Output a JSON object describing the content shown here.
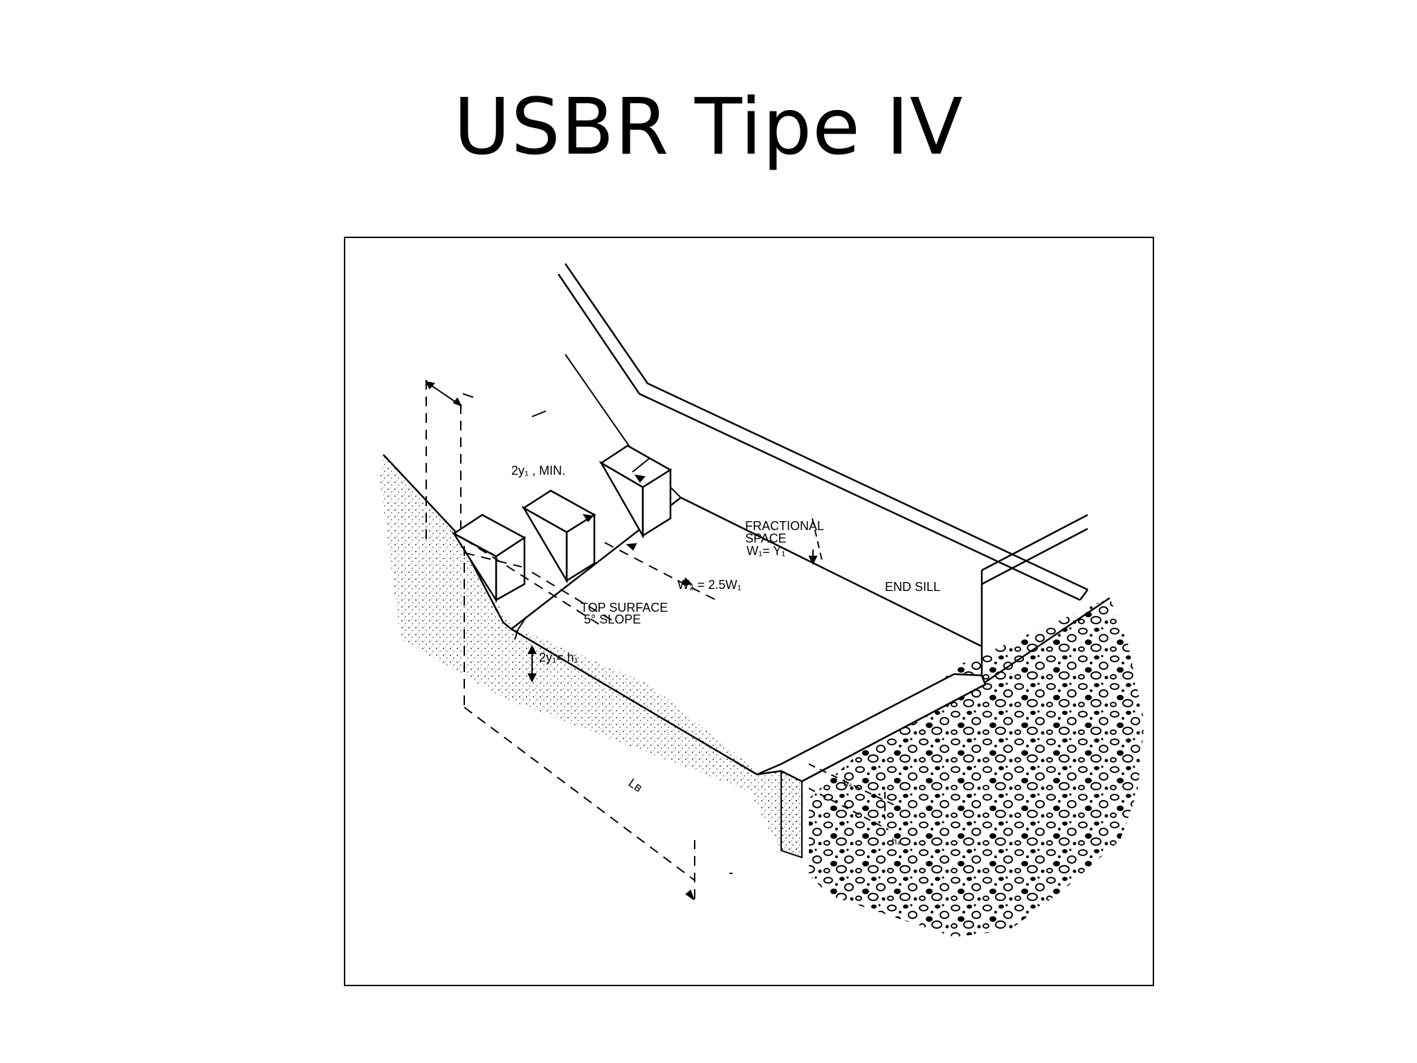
{
  "slide": {
    "title": "USBR Tipe IV"
  },
  "diagram": {
    "labels": {
      "chute_spacing": "2y₁ , MIN.",
      "fractional_space_1": "FRACTIONAL",
      "fractional_space_2": "SPACE",
      "w1_eq": "W₁= Y₁",
      "w2_eq": "W₂ = 2.5W₁",
      "top_surface": "TOP SURFACE",
      "slope": "5° SLOPE",
      "block_height": "2y₁= h₁",
      "end_sill": "END SILL",
      "basin_length": "Lʙ",
      "sill_h1": "h₄",
      "sill_h2": "h₄"
    }
  }
}
